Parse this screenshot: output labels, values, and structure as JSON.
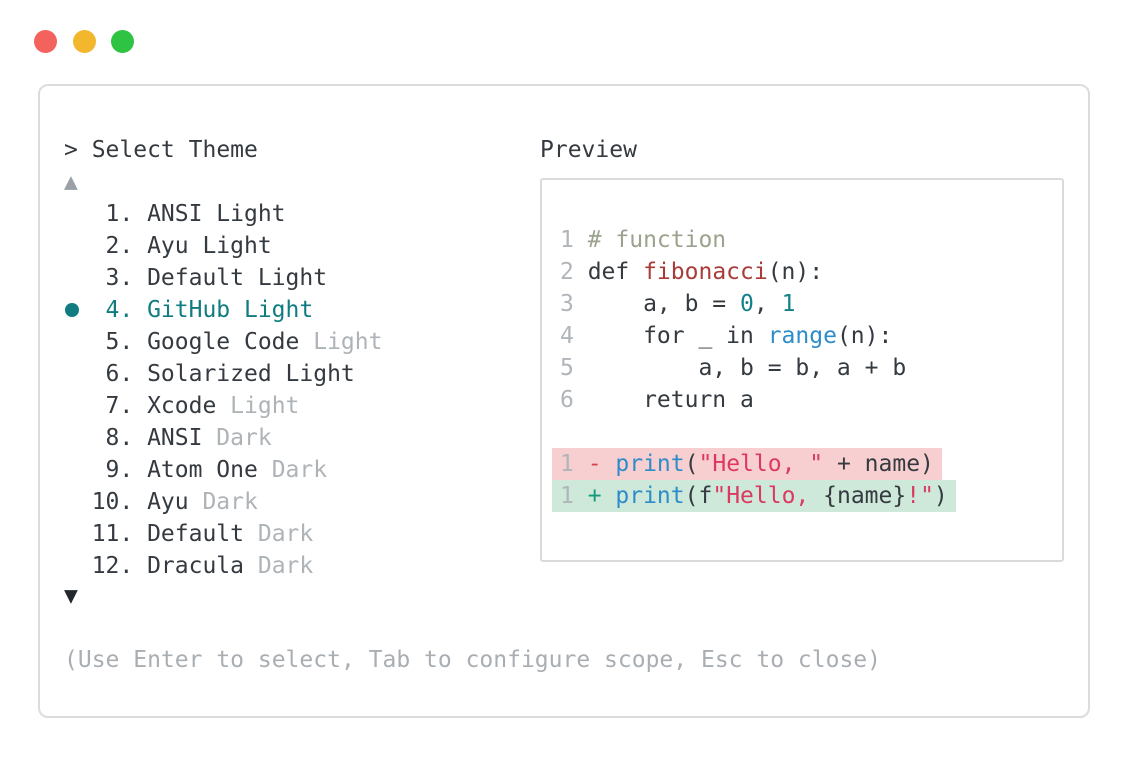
{
  "window": {
    "controls": [
      {
        "name": "close",
        "color": "#f4625d"
      },
      {
        "name": "minimize",
        "color": "#f3b72e"
      },
      {
        "name": "maximize",
        "color": "#2ec343"
      }
    ]
  },
  "theme_picker": {
    "prompt": "> Select Theme",
    "scroll_up_icon": "▲",
    "scroll_down_icon": "▼",
    "items": [
      {
        "num": "1.",
        "name": "ANSI Light",
        "variant": "",
        "selected": false
      },
      {
        "num": "2.",
        "name": "Ayu Light",
        "variant": "",
        "selected": false
      },
      {
        "num": "3.",
        "name": "Default Light",
        "variant": "",
        "selected": false
      },
      {
        "num": "4.",
        "name": "GitHub Light",
        "variant": "",
        "selected": true
      },
      {
        "num": "5.",
        "name": "Google Code",
        "variant": " Light",
        "selected": false
      },
      {
        "num": "6.",
        "name": "Solarized Light",
        "variant": "",
        "selected": false
      },
      {
        "num": "7.",
        "name": "Xcode",
        "variant": " Light",
        "selected": false
      },
      {
        "num": "8.",
        "name": "ANSI",
        "variant": " Dark",
        "selected": false
      },
      {
        "num": "9.",
        "name": "Atom One",
        "variant": " Dark",
        "selected": false
      },
      {
        "num": "10.",
        "name": "Ayu",
        "variant": " Dark",
        "selected": false
      },
      {
        "num": "11.",
        "name": "Default",
        "variant": " Dark",
        "selected": false
      },
      {
        "num": "12.",
        "name": "Dracula",
        "variant": " Dark",
        "selected": false
      }
    ],
    "hint": "(Use Enter to select, Tab to configure scope, Esc to close)"
  },
  "preview": {
    "label": "Preview",
    "code": [
      {
        "num": "1",
        "comment": "# function"
      },
      {
        "num": "2",
        "t1": "def ",
        "fn": "fibonacci",
        "t2": "(n):"
      },
      {
        "num": "3",
        "t1": "    a, b = ",
        "num1": "0",
        "t2": ", ",
        "num2": "1"
      },
      {
        "num": "4",
        "t1": "    for _ in ",
        "call": "range",
        "t2": "(n):"
      },
      {
        "num": "5",
        "t1": "        a, b = b, a + b"
      },
      {
        "num": "6",
        "t1": "    return a"
      }
    ],
    "diff": {
      "removed": {
        "num": "1",
        "op": "- ",
        "call": "print",
        "t1": "(",
        "str": "\"Hello, \"",
        "t2": " + name)"
      },
      "added": {
        "num": "1",
        "op": "+ ",
        "call": "print",
        "t1": "(f",
        "str1": "\"Hello, ",
        "mid": "{name}",
        "str2": "!\"",
        "t2": ")"
      }
    }
  },
  "colors": {
    "selected_teal": "#107c80",
    "number_teal": "#13808a",
    "function_call_blue": "#2e8cc9",
    "function_name_red": "#a93c39",
    "string_crimson": "#db3960",
    "diff_minus_red": "#d5454e",
    "diff_plus_teal": "#13997c",
    "comment_olive": "#9ba28d",
    "diff_removed_bg": "#f8cfd1",
    "diff_added_bg": "#cee9da",
    "secondary_gray": "#a9aeb3",
    "border_gray": "#dbdcde"
  }
}
